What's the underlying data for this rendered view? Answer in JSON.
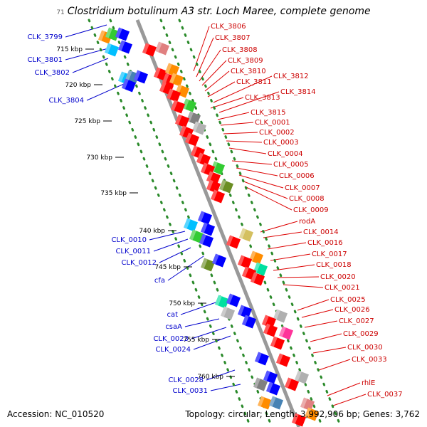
{
  "title": {
    "prefix": "71",
    "text": "Clostridium botulinum A3 str. Loch Maree, complete genome"
  },
  "footer": {
    "accession": "Accession: NC_010520",
    "topology": "Topology: circular; Length: 3,992,906 bp; Genes: 3,762"
  },
  "colors": {
    "backbone": "#999999",
    "forward_label": "#cc0000",
    "reverse_label": "#0000cc",
    "ruler_dots": "#2a8a2a",
    "leader_forward": "#dd0000",
    "leader_reverse": "#0000cc"
  },
  "scale_ticks": [
    "715 kbp",
    "720 kbp",
    "725 kbp",
    "730 kbp",
    "735 kbp",
    "740 kbp",
    "745 kbp",
    "750 kbp",
    "755 kbp",
    "760 kbp"
  ],
  "reverse_strand_labels": [
    "CLK_3799",
    "CLK_3801",
    "CLK_3802",
    "CLK_3804",
    "CLK_0010",
    "CLK_0011",
    "CLK_0012",
    "cfa",
    "cat",
    "csaA",
    "CLK_0023",
    "CLK_0024",
    "CLK_0028",
    "CLK_0031"
  ],
  "forward_strand_labels": [
    "CLK_3806",
    "CLK_3807",
    "CLK_3808",
    "CLK_3809",
    "CLK_3810",
    "CLK_3811",
    "CLK_3812",
    "CLK_3813",
    "CLK_3814",
    "CLK_3815",
    "CLK_0001",
    "CLK_0002",
    "CLK_0003",
    "CLK_0004",
    "CLK_0005",
    "CLK_0006",
    "CLK_0007",
    "CLK_0008",
    "CLK_0009",
    "rodA",
    "CLK_0014",
    "CLK_0016",
    "CLK_0017",
    "CLK_0018",
    "CLK_0020",
    "CLK_0021",
    "CLK_0025",
    "CLK_0026",
    "CLK_0027",
    "CLK_0029",
    "CLK_0030",
    "CLK_0033",
    "rhlE",
    "CLK_0037"
  ],
  "feature_colors": [
    "#ff0000",
    "#ff0000",
    "#0000ff",
    "#ff8c00",
    "#00bfff",
    "#33cc33",
    "#ff3399",
    "#808080",
    "#b0b0b0",
    "#d4c060",
    "#6b8e23",
    "#00e0a0",
    "#e08080",
    "#4682b4"
  ]
}
